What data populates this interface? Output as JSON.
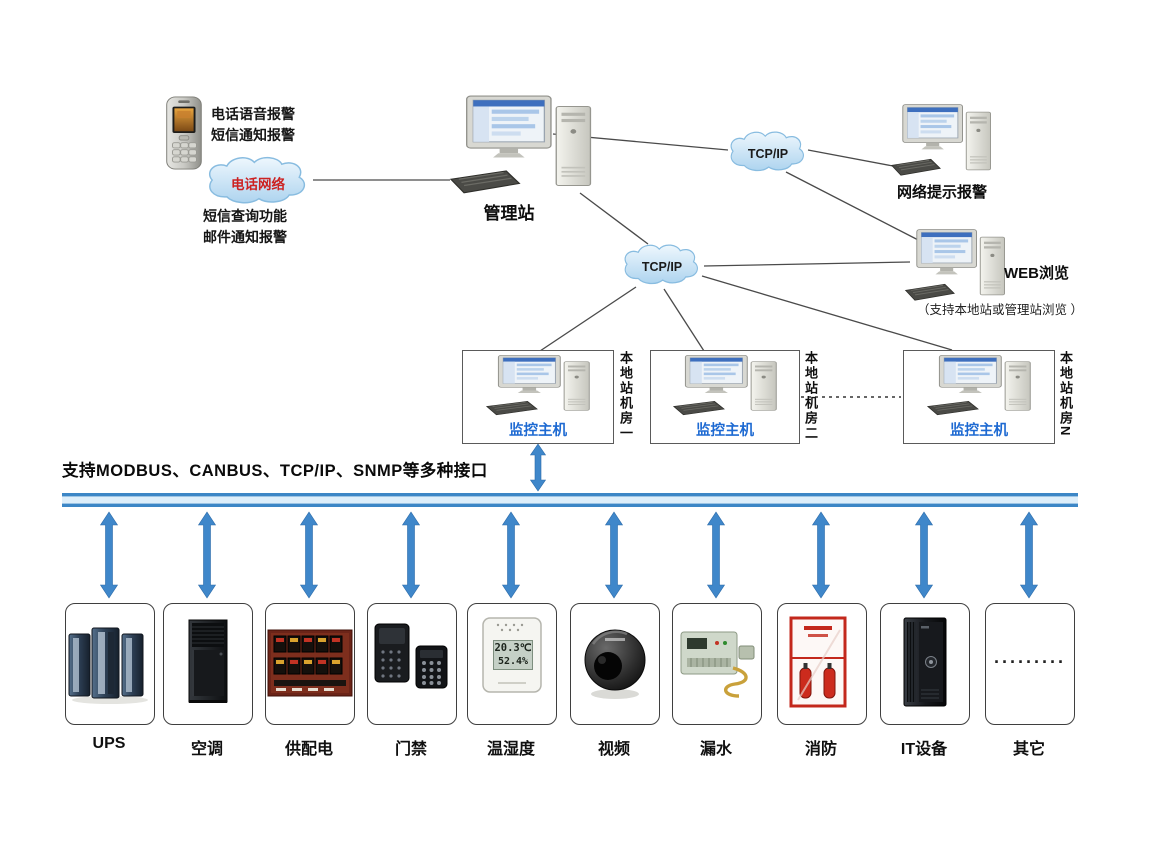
{
  "alerts": {
    "line1": "电话语音报警",
    "line2": "短信通知报警",
    "cloud": "电话网络",
    "line3": "短信查询功能",
    "line4": "邮件通知报警"
  },
  "management": {
    "label": "管理站"
  },
  "clouds": {
    "right": "TCP/IP",
    "center": "TCP/IP"
  },
  "network_alarm": {
    "label": "网络提示报警"
  },
  "web": {
    "label": "WEB浏览",
    "note": "（支持本地站或管理站浏览 ）"
  },
  "stations": [
    {
      "host": "监控主机",
      "room": "本地站机房一"
    },
    {
      "host": "监控主机",
      "room": "本地站机房二"
    },
    {
      "host": "监控主机",
      "room": "本地站机房N"
    }
  ],
  "bus": {
    "caption": "支持MODBUS、CANBUS、TCP/IP、SNMP等多种接口"
  },
  "devices": [
    {
      "label": "UPS"
    },
    {
      "label": "空调"
    },
    {
      "label": "供配电"
    },
    {
      "label": "门禁"
    },
    {
      "label": "温湿度",
      "temp": "20.3℃",
      "humidity": "52.4%"
    },
    {
      "label": "视频"
    },
    {
      "label": "漏水"
    },
    {
      "label": "消防"
    },
    {
      "label": "IT设备"
    },
    {
      "label": "其它",
      "dots": "·········"
    }
  ],
  "colors": {
    "bus_blue": "#3c86c6",
    "station_text": "#1e6ad2",
    "cloud_text_red": "#cc2222"
  }
}
